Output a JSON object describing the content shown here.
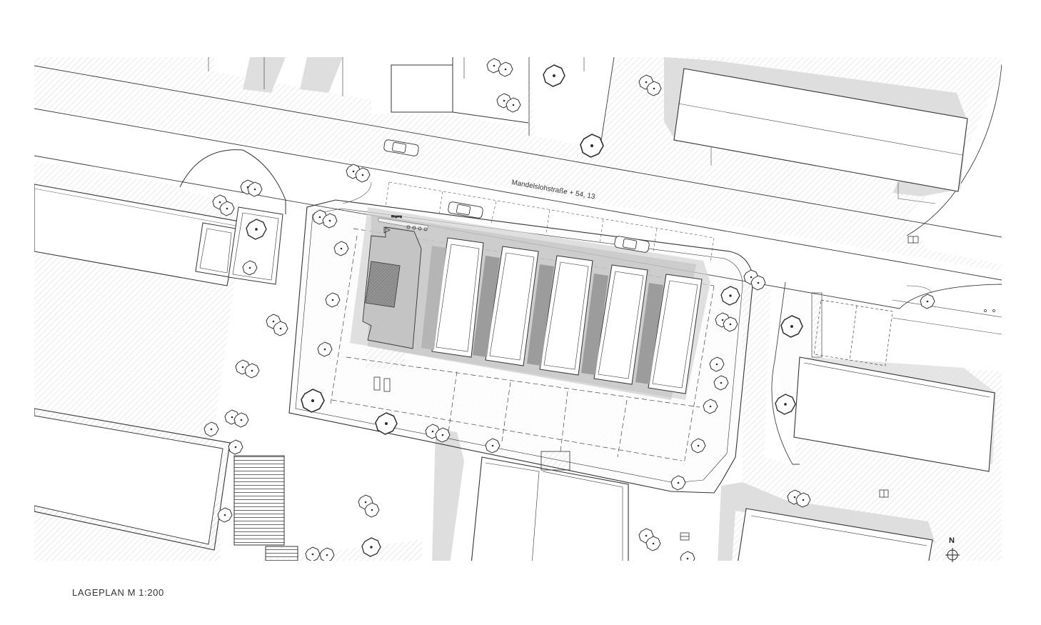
{
  "plan": {
    "title": "LAGEPLAN M 1:200",
    "street_label": "Mandelslohstraße + 54, 13",
    "north_label": "N",
    "entrance_label": "Eingang"
  },
  "colors": {
    "line": "#3a3a3a",
    "shadow": "#dcdcdc",
    "building_dark": "#7a7a7a",
    "bay_dark": "#b8b8b8",
    "hatch": "#b0b0b0",
    "background": "#ffffff"
  },
  "icons": [
    "tree-icon",
    "car-icon",
    "north-arrow-icon"
  ]
}
